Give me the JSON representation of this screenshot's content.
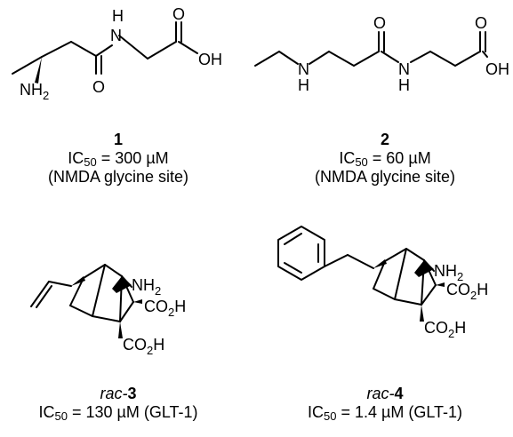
{
  "compounds": [
    {
      "id": "1",
      "prefix": "",
      "potency": {
        "label": "IC",
        "sub": "50",
        "value": " = 300 µM"
      },
      "target": "(NMDA glycine site)",
      "atoms": {
        "amine": "NH",
        "amine_sub": "2",
        "amide_n": "H N",
        "carbonyl_o": "O",
        "acid_o": "O",
        "acid_oh": "OH"
      }
    },
    {
      "id": "2",
      "prefix": "",
      "potency": {
        "label": "IC",
        "sub": "50",
        "value": " = 60 µM"
      },
      "target": "(NMDA glycine site)",
      "atoms": {
        "amine_n": "N",
        "amine_h": "H",
        "amide_n": "N",
        "amide_h": "H",
        "carbonyl_o": "O",
        "acid_o": "O",
        "acid_oh": "OH"
      }
    },
    {
      "id": "3",
      "prefix": "rac-",
      "potency": {
        "label": "IC",
        "sub": "50",
        "value": " = 130 µM (GLT-1)"
      },
      "target": "",
      "atoms": {
        "amine": "NH",
        "amine_sub": "2",
        "acid1": "CO",
        "acid1_sub": "2",
        "acid1_h": "H",
        "acid2": "CO",
        "acid2_sub": "2",
        "acid2_h": "H"
      }
    },
    {
      "id": "4",
      "prefix": "rac-",
      "potency": {
        "label": "IC",
        "sub": "50",
        "value": " = 1.4 µM (GLT-1)"
      },
      "target": "",
      "atoms": {
        "amine": "NH",
        "amine_sub": "2",
        "acid1": "CO",
        "acid1_sub": "2",
        "acid1_h": "H",
        "acid2": "CO",
        "acid2_sub": "2",
        "acid2_h": "H"
      }
    }
  ]
}
